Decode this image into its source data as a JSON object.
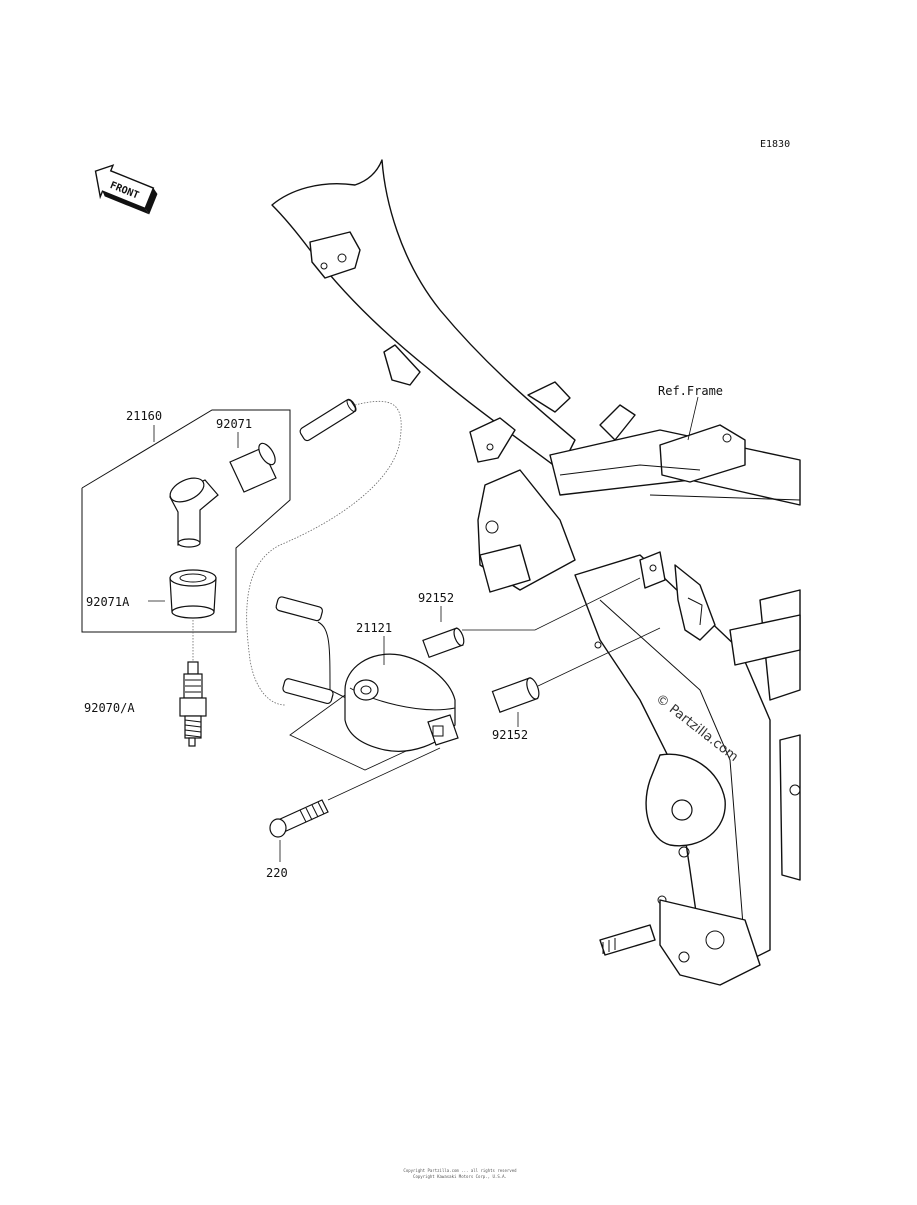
{
  "diagram_code": "E1830",
  "front_arrow_text": "FRONT",
  "ref_frame_label": "Ref.Frame",
  "watermark": "© Partzilla.com",
  "callouts": {
    "p21160": "21160",
    "p92071": "92071",
    "p92071A": "92071A",
    "p92070A": "92070/A",
    "p21121": "21121",
    "p92152_top": "92152",
    "p92152_bottom": "92152",
    "p220": "220"
  },
  "footer_line1": "Copyright Partzilla.com ... all rights reserved",
  "footer_line2": "Copyright Kawasaki Motors Corp., U.S.A."
}
